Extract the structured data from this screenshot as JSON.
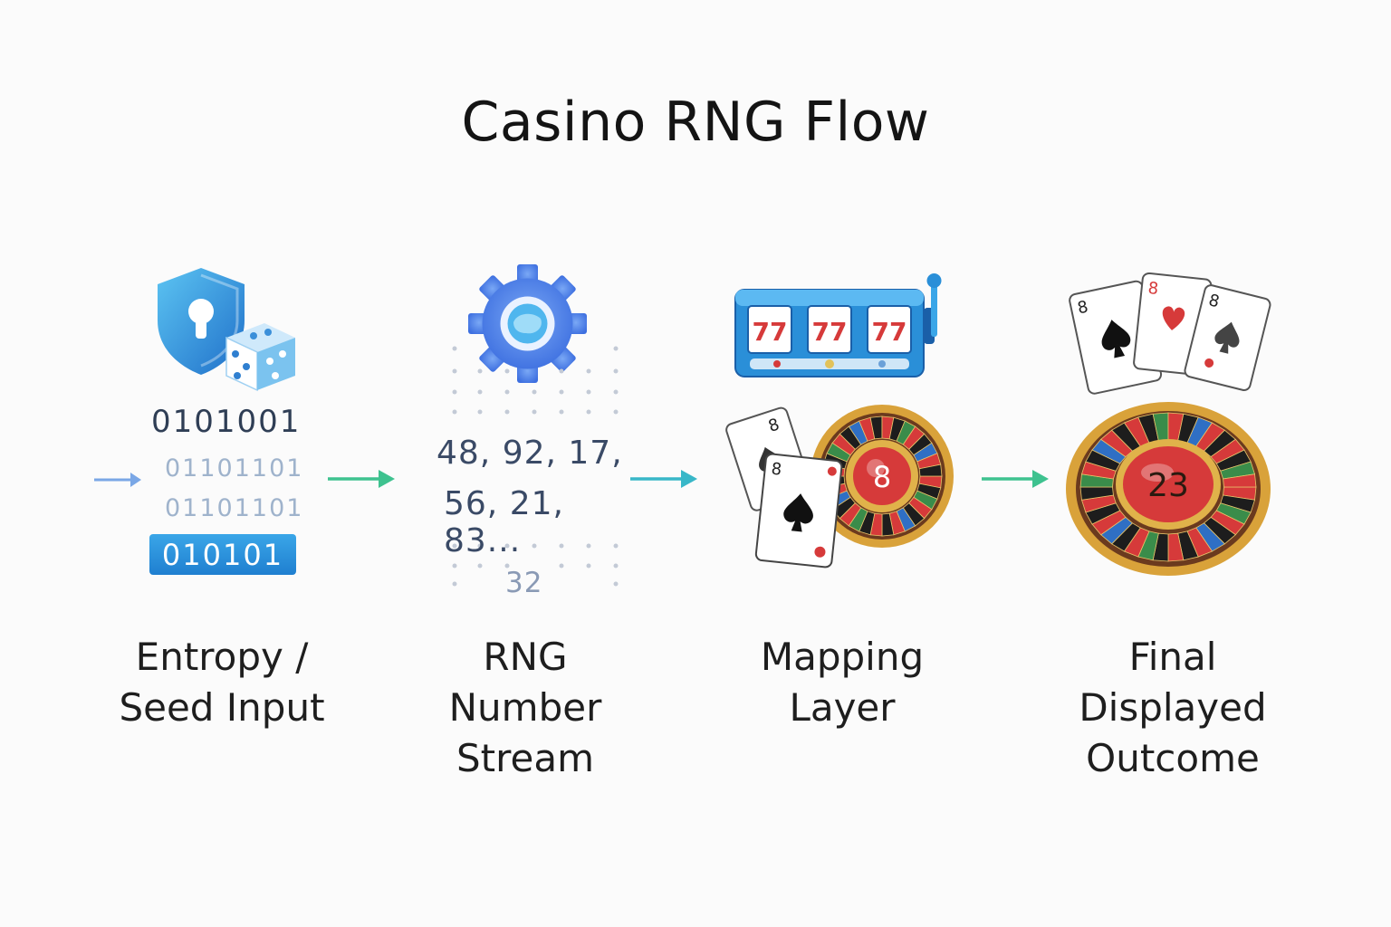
{
  "title": "Casino RNG Flow",
  "stages": [
    {
      "label_lines": [
        "Entropy /",
        "Seed Input"
      ],
      "binary_main": "0101001",
      "binary_faded_1": "01101101",
      "binary_faded_2": "01101101",
      "binary_badge": "010101"
    },
    {
      "label_lines": [
        "RNG",
        "Number",
        "Stream"
      ],
      "numbers_row_1": "48,  92,  17,",
      "numbers_row_2": "56,  21,  83...",
      "numbers_faded": "32"
    },
    {
      "label_lines": [
        "Mapping",
        "Layer"
      ],
      "slot_symbols": [
        "77",
        "77",
        "77"
      ],
      "card_back_rank": "8",
      "card_front_rank": "8",
      "wheel_center": "8"
    },
    {
      "label_lines": [
        "Final",
        "Displayed",
        "Outcome"
      ],
      "card_ranks": [
        "8",
        "8",
        "8"
      ],
      "wheel_result": "23"
    }
  ],
  "colors": {
    "arrow_input": "#7aa7e6",
    "arrow_flow": "#3ec28f",
    "accent_blue": "#2f86d6",
    "wheel_red": "#d63a3a",
    "wheel_gold": "#d9a23a"
  }
}
